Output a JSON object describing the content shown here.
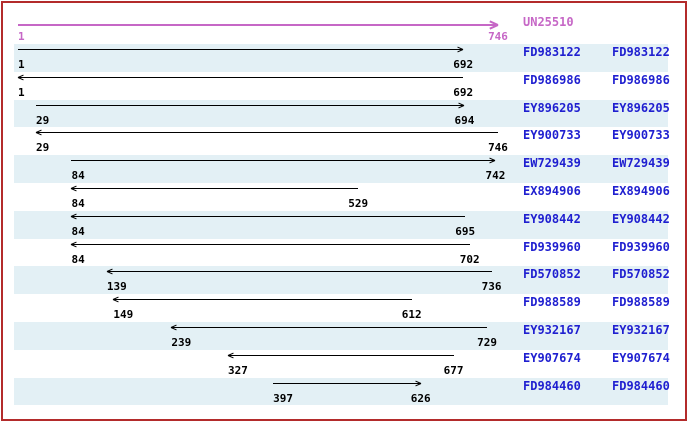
{
  "window": {
    "border_color": "#b32b2b",
    "background": "#ffffff",
    "stripe_color": "#e3f0f5"
  },
  "colors": {
    "reference_track": "#c667c6",
    "alignment_arrow": "#000000",
    "accession_link": "#1f1fd0",
    "coordinate_text": "#000000"
  },
  "chart_data": {
    "type": "bar",
    "subtype": "horizontal-interval-arrows",
    "title": "UN25510",
    "axis_range": [
      1,
      746
    ],
    "grid": false,
    "legend": "none",
    "accession_columns": 2,
    "row_striping": "alternate (first row shaded)",
    "reference": {
      "label": "UN25510",
      "start": 1,
      "end": 746,
      "direction": "right",
      "color": "#c667c6"
    },
    "rows": [
      {
        "accession": "FD983122",
        "start": 1,
        "end": 692,
        "direction": "right"
      },
      {
        "accession": "FD986986",
        "start": 1,
        "end": 692,
        "direction": "left"
      },
      {
        "accession": "EY896205",
        "start": 29,
        "end": 694,
        "direction": "right"
      },
      {
        "accession": "EY900733",
        "start": 29,
        "end": 746,
        "direction": "left"
      },
      {
        "accession": "EW729439",
        "start": 84,
        "end": 742,
        "direction": "right"
      },
      {
        "accession": "EX894906",
        "start": 84,
        "end": 529,
        "direction": "left"
      },
      {
        "accession": "EY908442",
        "start": 84,
        "end": 695,
        "direction": "left"
      },
      {
        "accession": "FD939960",
        "start": 84,
        "end": 702,
        "direction": "left"
      },
      {
        "accession": "FD570852",
        "start": 139,
        "end": 736,
        "direction": "left"
      },
      {
        "accession": "FD988589",
        "start": 149,
        "end": 612,
        "direction": "left"
      },
      {
        "accession": "EY932167",
        "start": 239,
        "end": 729,
        "direction": "left"
      },
      {
        "accession": "EY907674",
        "start": 327,
        "end": 677,
        "direction": "left"
      },
      {
        "accession": "FD984460",
        "start": 397,
        "end": 626,
        "direction": "right"
      }
    ]
  }
}
